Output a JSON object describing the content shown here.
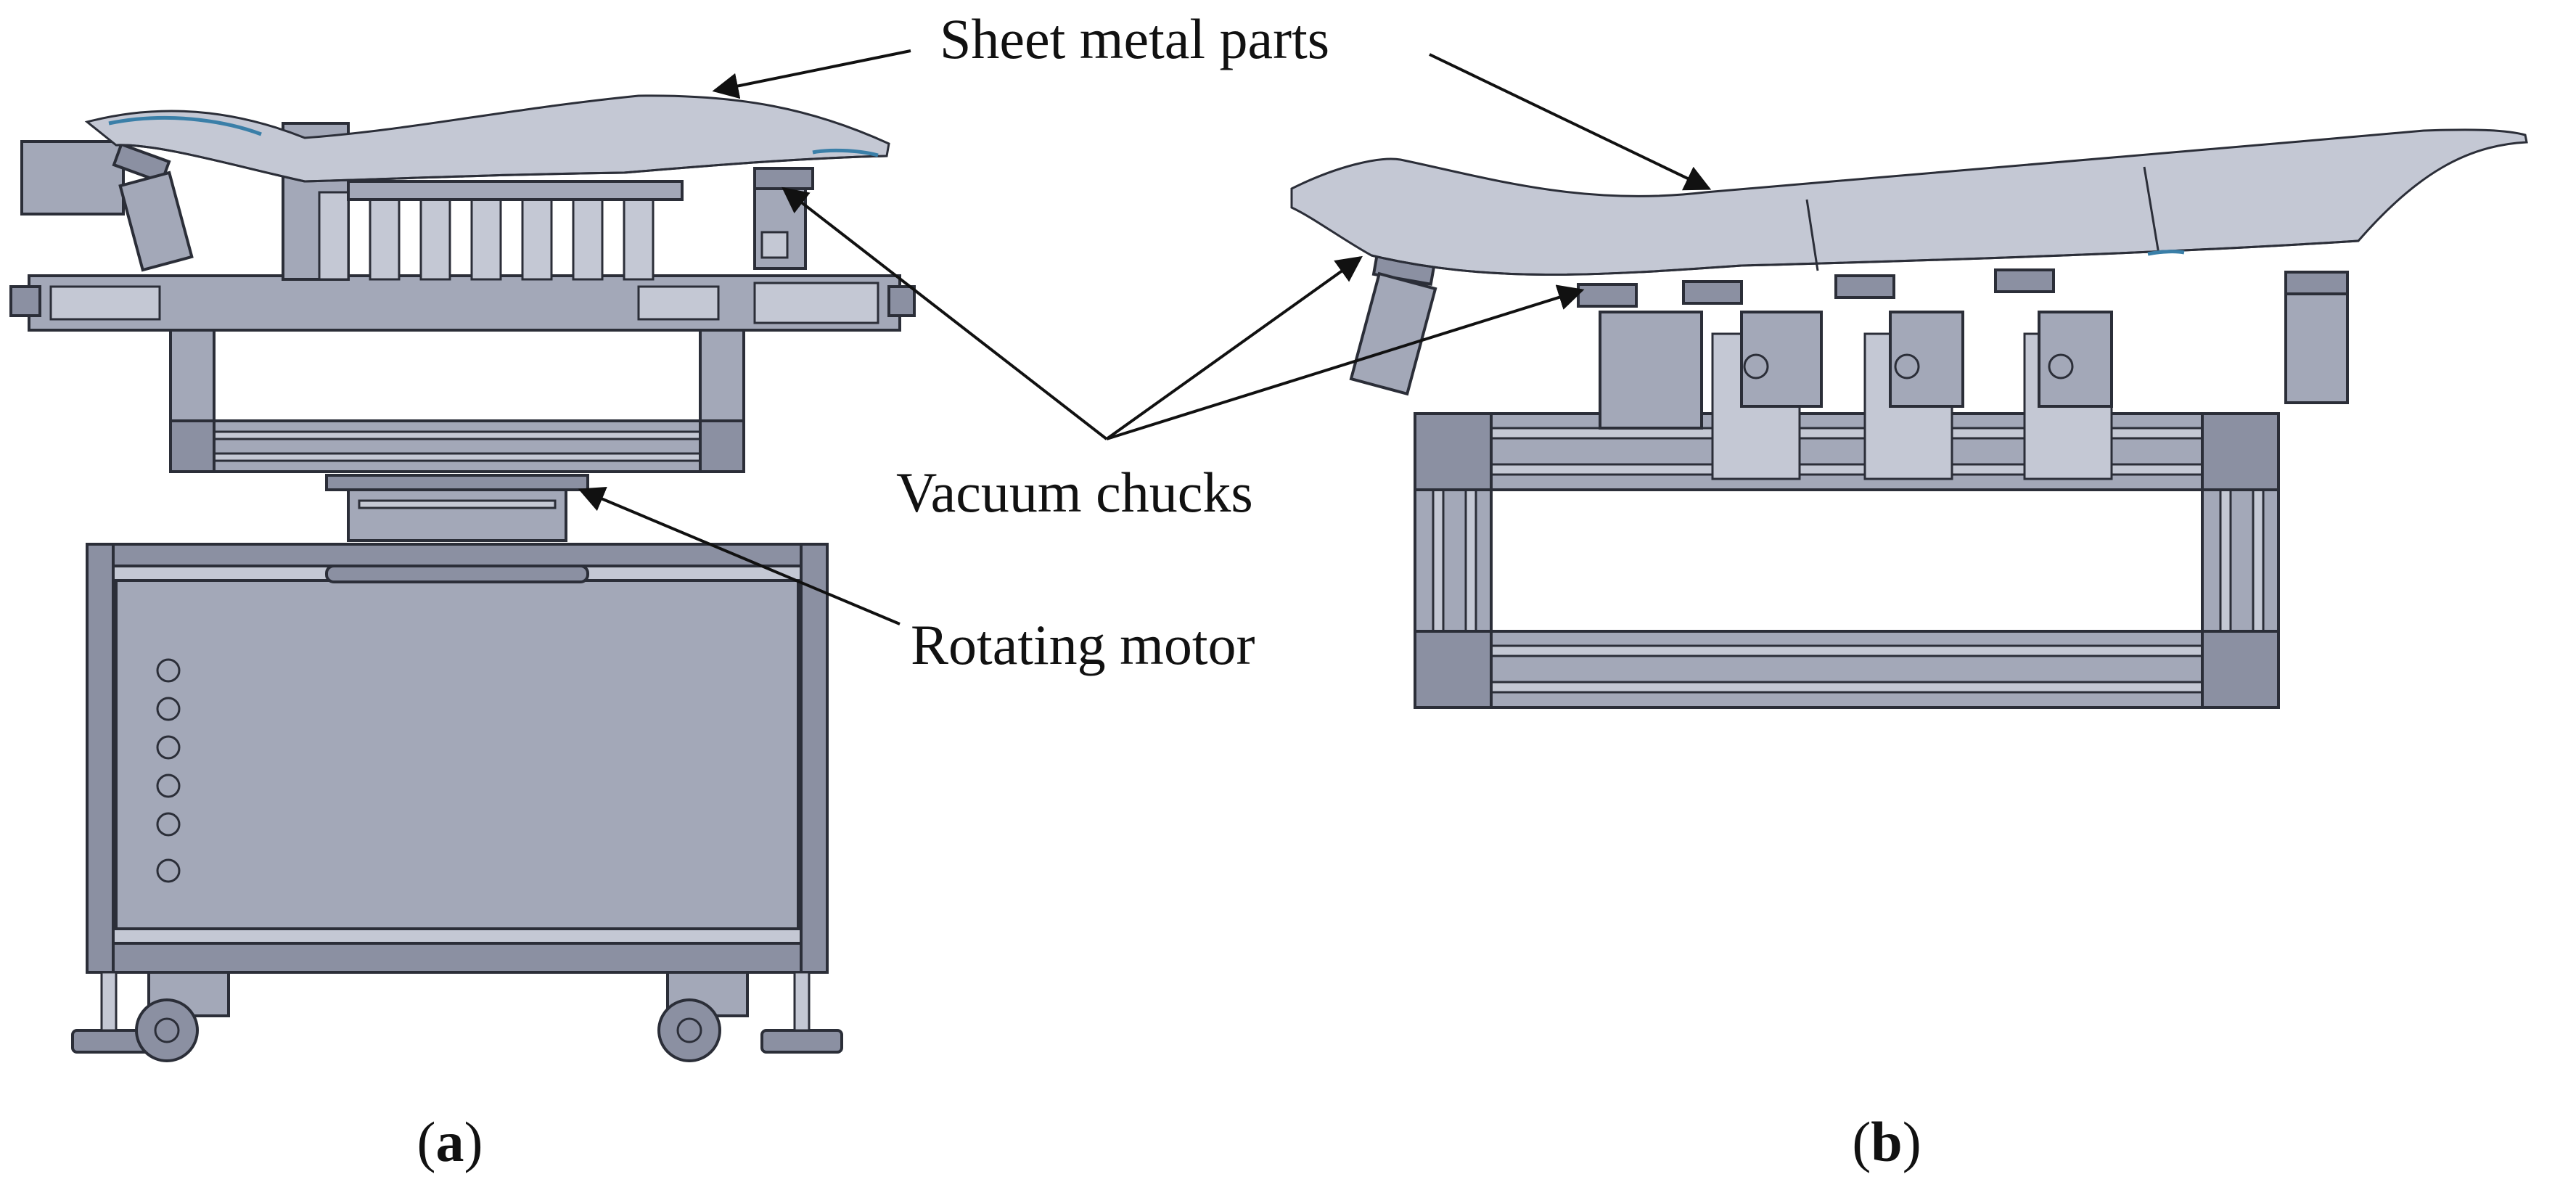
{
  "labels": {
    "sheet_metal": "Sheet metal parts",
    "vacuum_chucks": "Vacuum chucks",
    "rotating_motor": "Rotating motor"
  },
  "subfigures": {
    "a": {
      "open": "(",
      "letter": "a",
      "close": ")"
    },
    "b": {
      "open": "(",
      "letter": "b",
      "close": ")"
    }
  },
  "colors": {
    "metal": "#a3a8b8",
    "metal_dark": "#8b90a2",
    "metal_light": "#c4c8d4",
    "outline": "#2b2e38",
    "accent": "#3a7fa8"
  }
}
